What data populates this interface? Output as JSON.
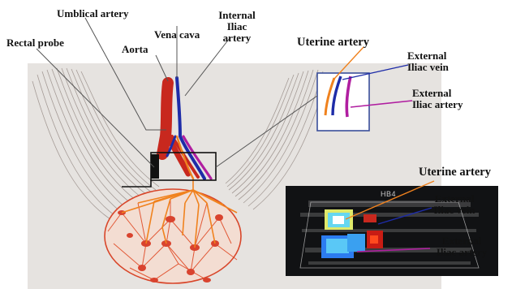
{
  "labels": {
    "umbilical_artery": "Umblical artery",
    "internal_iliac_artery": [
      "Internal",
      "Iliac",
      "artery"
    ],
    "rectal_probe": "Rectal probe",
    "aorta": "Aorta",
    "vena_cava": "Vena cava",
    "uterine_artery_top": "Uterine artery",
    "external_iliac_vein_top": [
      "External",
      "Iliac vein"
    ],
    "external_iliac_artery_top": [
      "External",
      "Iliac artery"
    ],
    "uterine_artery_bottom": "Uterine artery",
    "external_iliac_vein_bottom": [
      "External",
      "Iliac vein"
    ],
    "external_iliac_artery_bottom": [
      "External",
      "Iliac artery"
    ]
  },
  "ultrasound": {
    "tag": "HB4"
  },
  "colors": {
    "artery_red": "#c8281e",
    "vein_blue": "#1e2ca8",
    "uterine_orange": "#f0821e",
    "external_artery_magenta": "#b01ea0",
    "leader_line": "#555555",
    "box_outline": "#3a4f9a",
    "sketch_background": "#e6e3e0"
  }
}
